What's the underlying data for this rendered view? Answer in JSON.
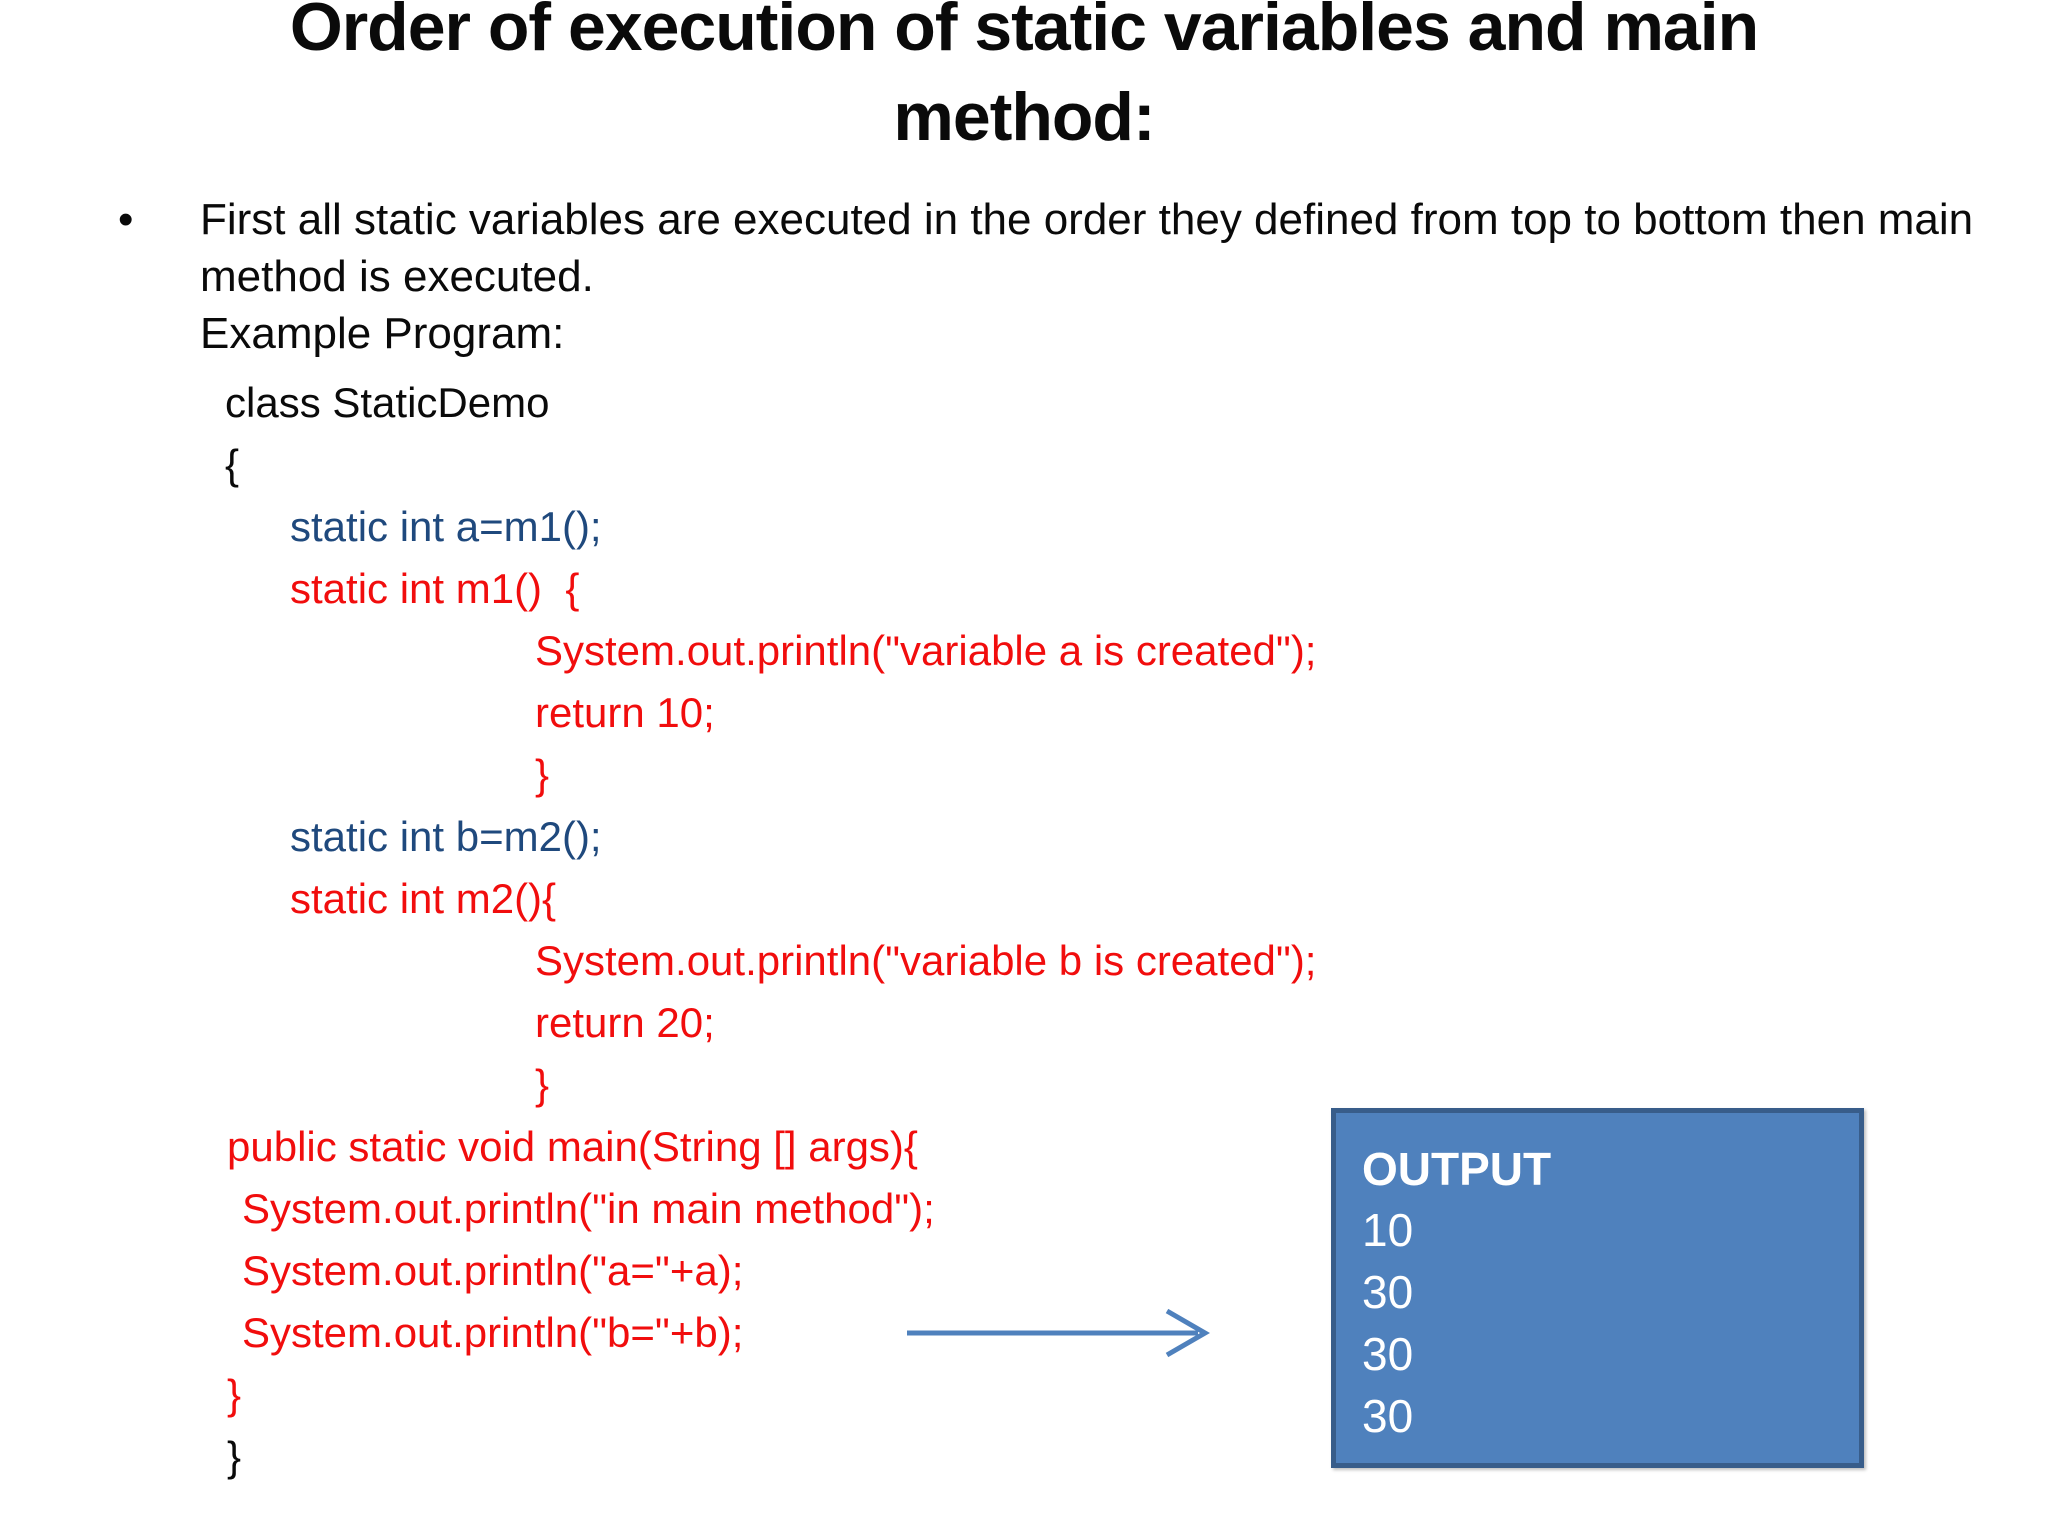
{
  "slide": {
    "title_line1": "Order of execution of static variables and main",
    "title_line2": "method:",
    "bullet_sentence": "First all static variables are executed in the order they defined from top to bottom then main method is executed.",
    "example_label": "Example Program:",
    "bullet_glyph": "•"
  },
  "code": {
    "lines": [
      {
        "text": "class StaticDemo",
        "color": "black",
        "indent": "l0"
      },
      {
        "text": "{",
        "color": "black",
        "indent": "l0"
      },
      {
        "text": "static int a=m1();",
        "color": "blue",
        "indent": "l1"
      },
      {
        "text": "static int m1()  {",
        "color": "red",
        "indent": "l1"
      },
      {
        "text": "System.out.println(\"variable a is created\");",
        "color": "red",
        "indent": "l2"
      },
      {
        "text": "return 10;",
        "color": "red",
        "indent": "l2"
      },
      {
        "text": "}",
        "color": "red",
        "indent": "l2"
      },
      {
        "text": "static int b=m2();",
        "color": "blue",
        "indent": "l1"
      },
      {
        "text": "static int m2(){",
        "color": "red",
        "indent": "l1"
      },
      {
        "text": "System.out.println(\"variable b is created\");",
        "color": "red",
        "indent": "l2"
      },
      {
        "text": "return 20;",
        "color": "red",
        "indent": "l2"
      },
      {
        "text": "}",
        "color": "red",
        "indent": "l2"
      },
      {
        "text": "public static void main(String [] args){",
        "color": "red",
        "indent": "m0"
      },
      {
        "text": "System.out.println(\"in main method\");",
        "color": "red",
        "indent": "m1"
      },
      {
        "text": "System.out.println(\"a=\"+a);",
        "color": "red",
        "indent": "m1"
      },
      {
        "text": "System.out.println(\"b=\"+b);",
        "color": "red",
        "indent": "m1"
      },
      {
        "text": "}",
        "color": "red",
        "indent": "m0"
      },
      {
        "text": "}",
        "color": "black",
        "indent": "m0"
      }
    ]
  },
  "output_box": {
    "title": "OUTPUT",
    "values": [
      "10",
      "30",
      "30",
      "30"
    ],
    "fill": "#4F81BD",
    "border": "#385D8A",
    "text_color": "#FFFFFF"
  },
  "arrow": {
    "color": "#4F81BD"
  },
  "colors": {
    "code_red": "#F10D0D",
    "code_blue": "#1F497D",
    "text_black": "#0A0A0A"
  }
}
